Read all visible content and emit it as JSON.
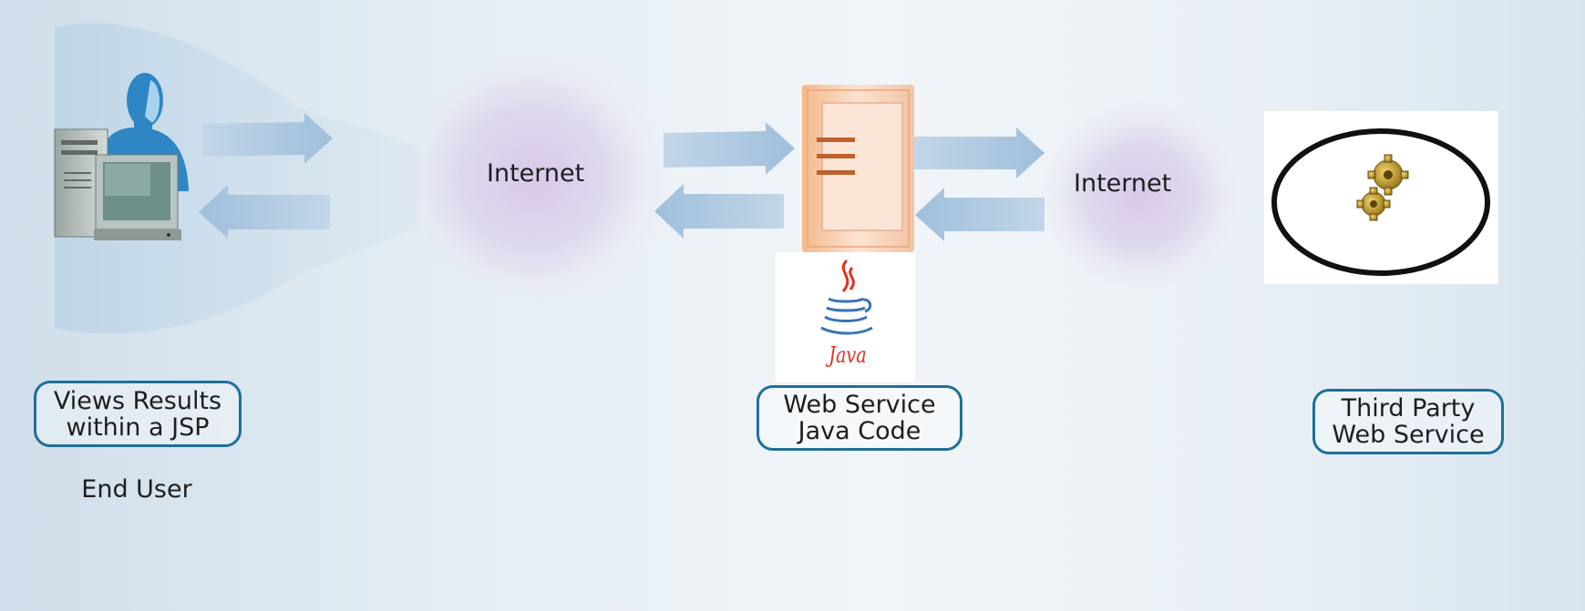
{
  "end_user": {
    "label": "End User",
    "caption_line1": "Views Results",
    "caption_line2": "within a JSP",
    "icon": "user-at-computer-icon"
  },
  "internet_left": {
    "label": "Internet"
  },
  "internet_right": {
    "label": "Internet"
  },
  "web_service": {
    "caption_line1": "Web Service",
    "caption_line2": "Java Code",
    "icon": "server-icon",
    "logo_text": "Java"
  },
  "third_party": {
    "caption_line1": "Third Party",
    "caption_line2": "Web Service",
    "icon": "gears-icon"
  },
  "colors": {
    "arrow": "#a9c4dc",
    "bubble_border": "#1f6f9a",
    "cloud": "#d8cbe8",
    "server": "#f2c6a6",
    "java_red": "#e0321e",
    "java_blue": "#3a74b5"
  }
}
